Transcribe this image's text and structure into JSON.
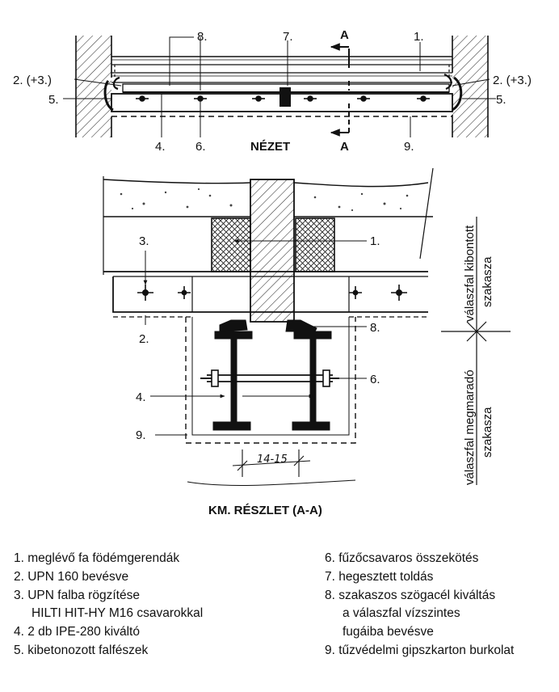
{
  "view": {
    "title": "NÉZET",
    "section_mark": "A",
    "labels": {
      "l1": "1.",
      "l7": "7.",
      "l8": "8.",
      "l2_left": "2. (+3.)",
      "l2_right": "2. (+3.)",
      "l5_left": "5.",
      "l5_right": "5.",
      "l4": "4.",
      "l6": "6.",
      "l9": "9."
    }
  },
  "section": {
    "title": "KM. RÉSZLET (A-A)",
    "labels": {
      "l1": "1.",
      "l3": "3.",
      "l2": "2.",
      "l8": "8.",
      "l6": "6.",
      "l4": "4.",
      "l9": "9."
    },
    "dimension": "14-15",
    "zone_upper": [
      "válaszfal kibontott",
      "szakasza"
    ],
    "zone_lower": [
      "válaszfal megmaradó",
      "szakasza"
    ]
  },
  "legend": {
    "left": [
      "1. meglévő fa födémgerendák",
      "2. UPN 160 bevésve",
      "3. UPN falba rögzítése",
      "HILTI HIT-HY M16 csavarokkal",
      "4. 2 db IPE-280 kiváltó",
      "5. kibetonozott falfészek"
    ],
    "right": [
      "6. fűzőcsavaros összekötés",
      "7. hegesztett toldás",
      "8. szakaszos szögacél kiváltás",
      "a válaszfal vízszintes",
      "fugáiba bevésve",
      "9. tűzvédelmi gipszkarton burkolat"
    ]
  }
}
